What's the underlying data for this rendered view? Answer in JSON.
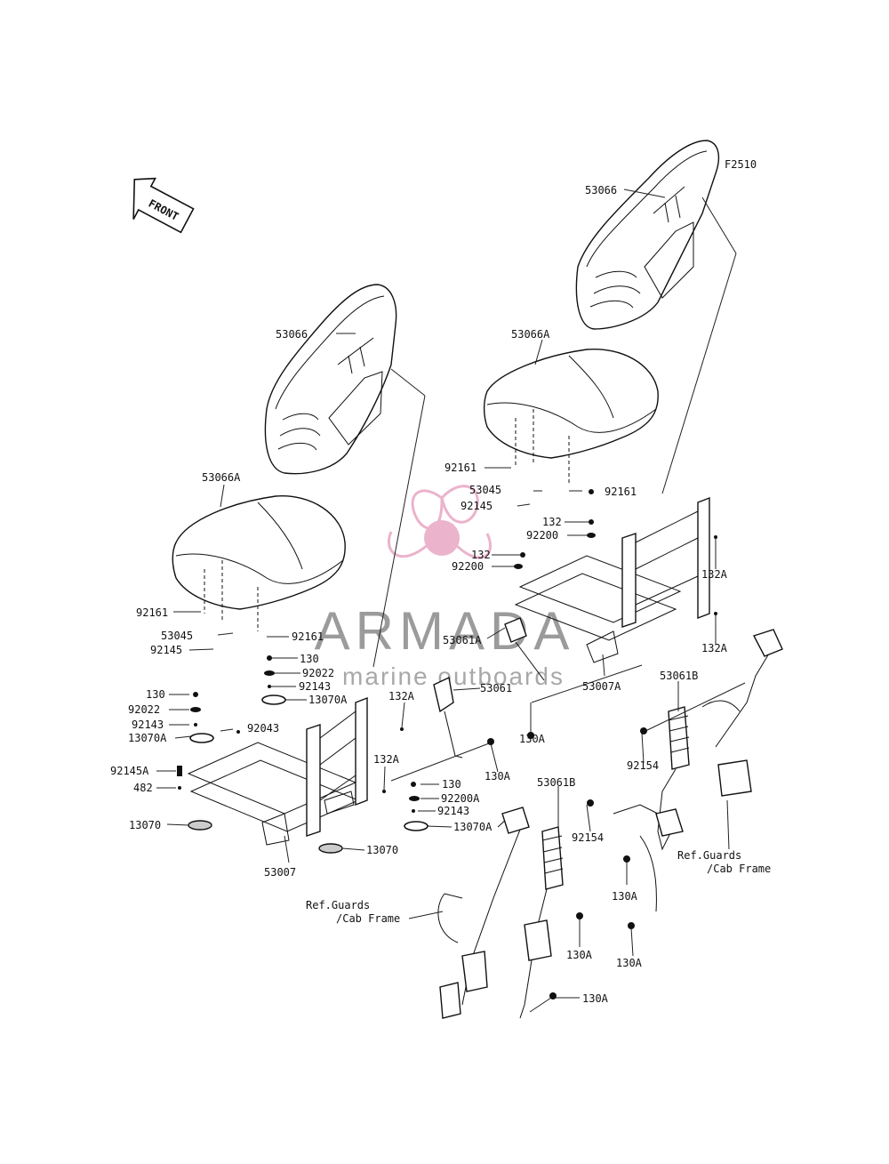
{
  "diagram": {
    "code": "F2510",
    "front_label": "FRONT",
    "ref_note_lines": [
      "Ref.Guards",
      "/Cab Frame"
    ]
  },
  "watermark": {
    "brand": "ARMADA",
    "tagline": "marine outboards",
    "color_primary": "#e8a6c4",
    "color_text": "#8a8a8a"
  },
  "part_labels": [
    "53066",
    "53066A",
    "92161",
    "53045",
    "92145",
    "132",
    "92200",
    "132A",
    "53061A",
    "53007A",
    "130",
    "92022",
    "92143",
    "13070A",
    "92043",
    "53061",
    "130A",
    "92145A",
    "482",
    "13070",
    "53007",
    "92200A",
    "53061B",
    "92154"
  ]
}
